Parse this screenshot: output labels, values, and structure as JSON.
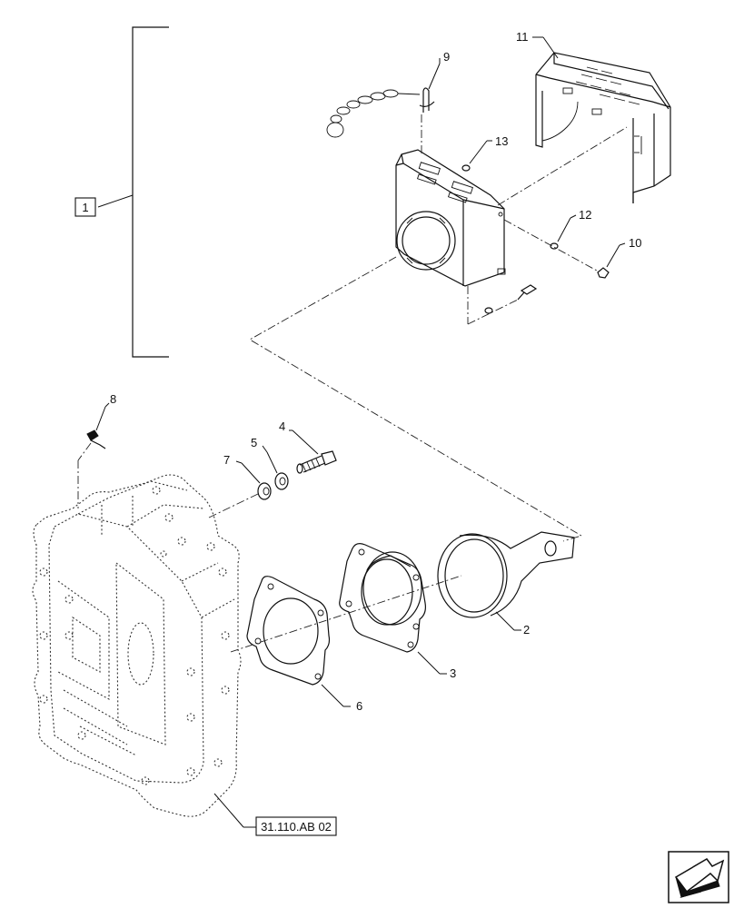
{
  "diagram": {
    "callouts": {
      "c1": "1",
      "c2": "2",
      "c3": "3",
      "c4": "4",
      "c5": "5",
      "c6": "6",
      "c7": "7",
      "c8": "8",
      "c9": "9",
      "c10": "10",
      "c11": "11",
      "c12": "12",
      "c13": "13"
    },
    "reference_label": "31.110.AB 02",
    "nav_icon": "arrow-down-left-icon"
  }
}
